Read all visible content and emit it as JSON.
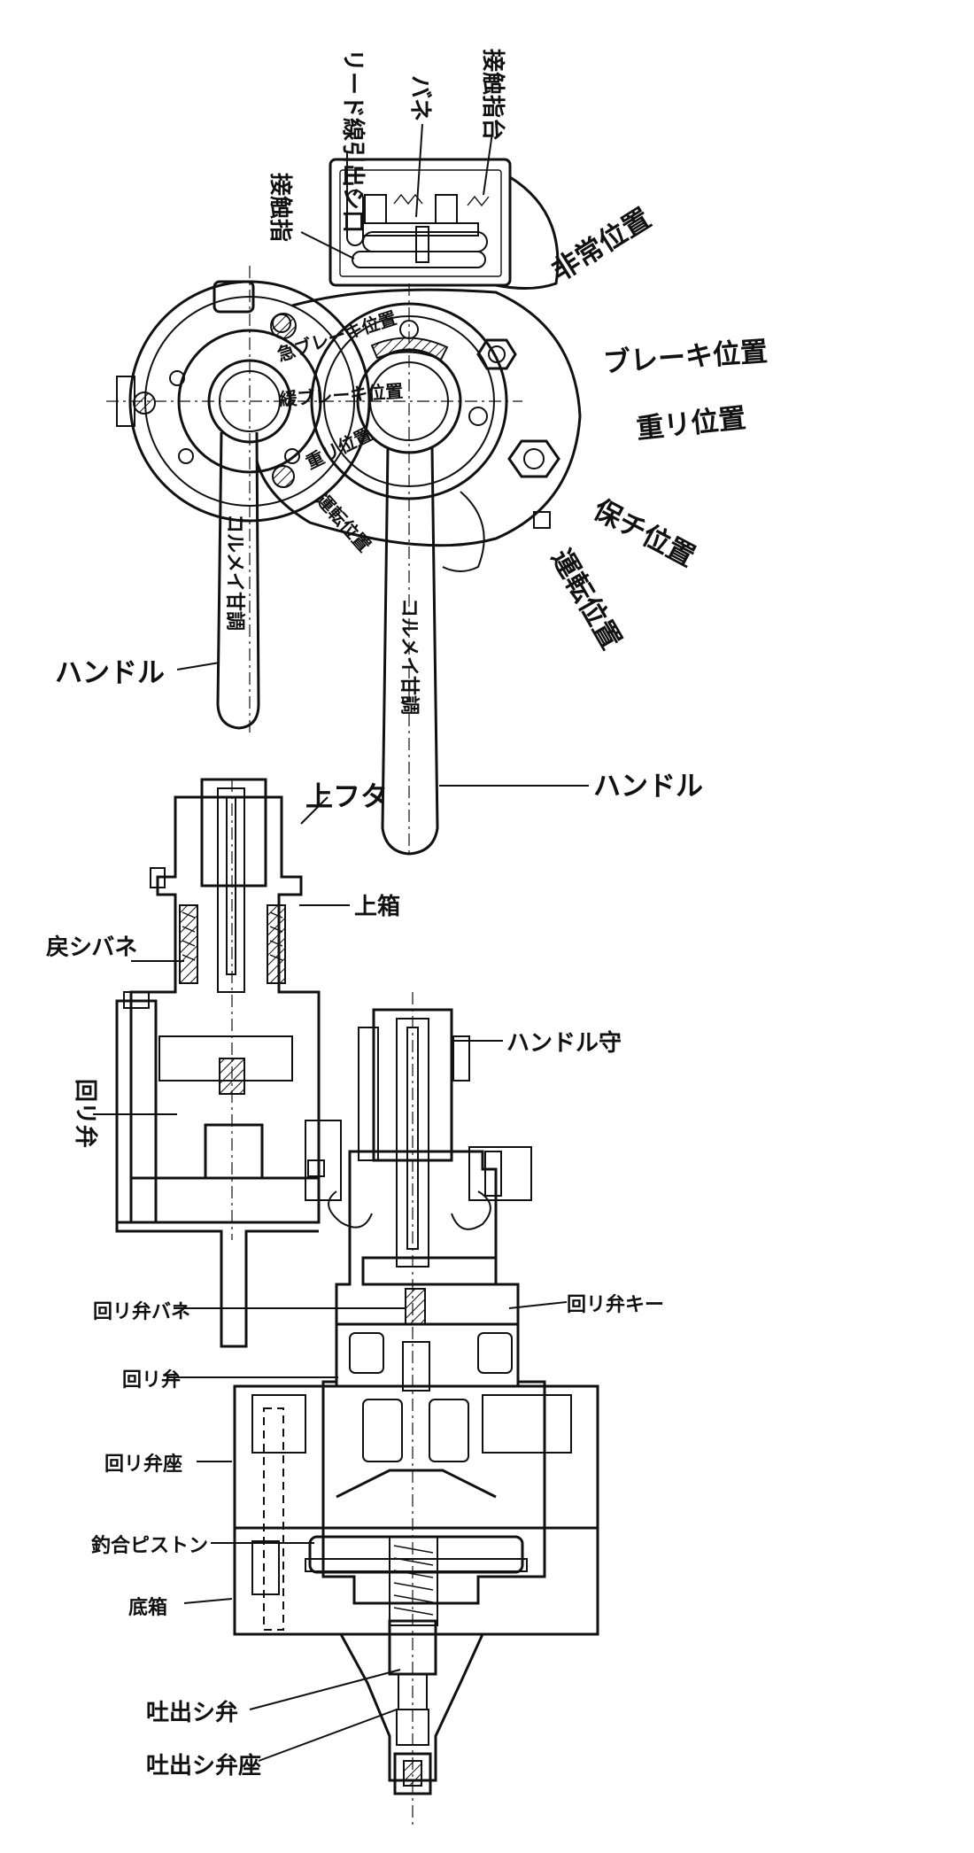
{
  "labels": {
    "lead_wire_outlet": "リード線引出シ口",
    "spring_top": "バネ",
    "contact_base": "接触指台",
    "contact_finger": "接触指",
    "emergency_position": "非常位置",
    "brake_position": "ブレーキ位置",
    "lap_position": "重リ位置",
    "holding_position": "保チ位置",
    "running_position": "運転位置",
    "handle_left": "ハンドル",
    "handle_right": "ハンドル",
    "handle_engraving_left": "コルメイ甘調",
    "handle_engraving_right": "コルメイ甘調",
    "inner_rapid_brake": "急ブレーキ位置",
    "inner_brake": "緩ブレーキ位置",
    "inner_lap": "重リ位置",
    "inner_running": "運転位置",
    "top_cover": "上フタ",
    "upper_body": "上箱",
    "return_spring": "戻シバネ",
    "rotary_valve_upper": "回リ弁",
    "handle_seat": "ハンドル守",
    "rotary_valve_spring": "回リ弁バネ",
    "rotary_valve_key": "回リ弁キー",
    "rotary_valve": "回リ弁",
    "rotary_valve_seat": "回リ弁座",
    "equalizing_piston": "釣合ピストン",
    "bottom_body": "底箱",
    "discharge_valve": "吐出シ弁",
    "discharge_valve_seat": "吐出シ弁座"
  },
  "colors": {
    "ink": "#111111",
    "paper": "#ffffff"
  }
}
